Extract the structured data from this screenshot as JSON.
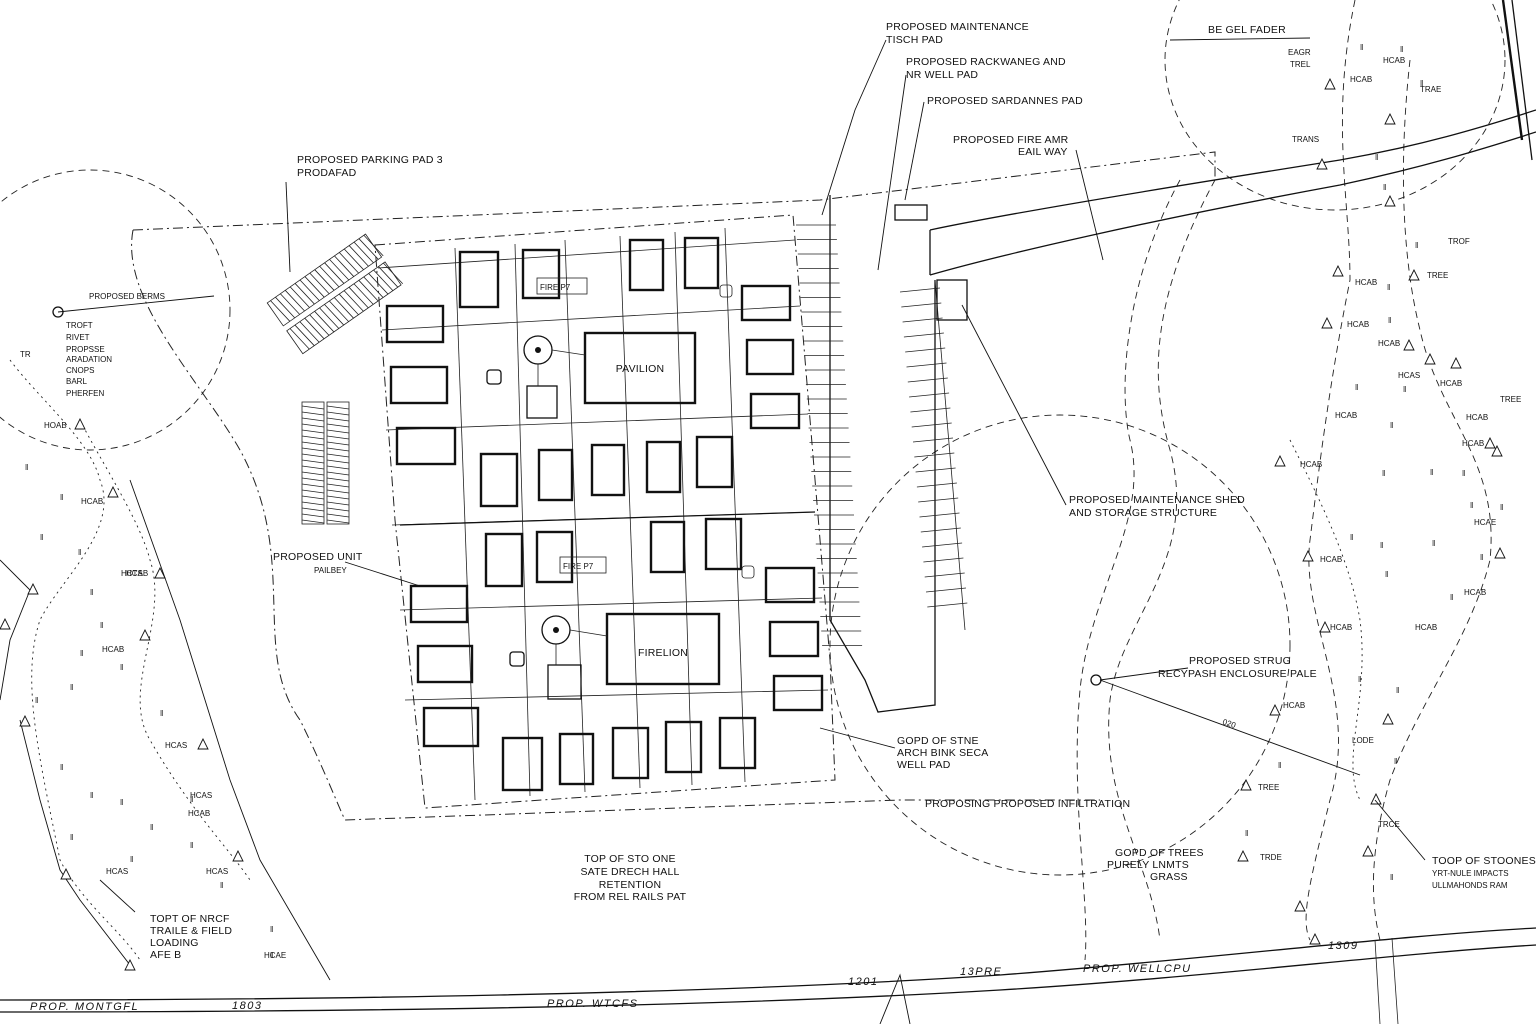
{
  "labels": {
    "maint_tisch": [
      "PROPOSED MAINTENANCE",
      "TISCH PAD"
    ],
    "racking_well": [
      "PROPOSED RACKWANEG AND",
      "NR WELL PAD"
    ],
    "sardanes": "PROPOSED SARDANNES PAD",
    "fire_lane": [
      "PROPOSED FIRE AMR",
      "EAIL WAY"
    ],
    "parking": [
      "PROPOSED PARKING PAD 3",
      "PRODAFAD"
    ],
    "berms": "PROPOSED BERMS",
    "tree_list": [
      "TROFT",
      "RIVET",
      "PROPSSE",
      "ARADATION",
      "CNOPS",
      "BARL",
      "PHERFEN"
    ],
    "unit": [
      "PROPOSED UNIT",
      "PAILBEY"
    ],
    "pavilion": "PAVILION",
    "firelion": "FIRELION",
    "fire_p7_top": "FIRE P7",
    "fire_p7_bot": "FIRE P7",
    "shed": [
      "PROPOSED MAINTENANCE SHED",
      "AND STORAGE STRUCTURE"
    ],
    "recycle": [
      "PROPOSED STRUG",
      "RECYPASH ENCLOSURE PALE"
    ],
    "gopd_stone": [
      "GOPD OF STNE",
      "ARCH BINK SECA",
      "WELL PAD"
    ],
    "infiltration": "PROPOSING PROPOSED INFILTRATION",
    "top_stone_wall": [
      "TOP OF STO ONE",
      "SATE DRECH HALL",
      "RETENTION",
      "FROM REL RAILS PAT"
    ],
    "top_field": [
      "TOPT OF NRCF",
      "TRAILE & FIELD",
      "LOADING",
      "AFE B"
    ],
    "gopd_trees": [
      "GOPD OF TREES",
      "PURELY LNMTS",
      "GRASS"
    ],
    "top_stones": [
      "TOOP OF STOONES",
      "YRT-NULE IMPACTS",
      "ULLMAHONDS RAM"
    ],
    "be_gel_fader": "BE GEL FADER",
    "eagr_trel": [
      "EAGR",
      "TREL"
    ],
    "trans": "TRANS",
    "lode": "LODE",
    "ozo": "020"
  },
  "roads": {
    "bottom_left": "PROP. MONTGFL",
    "bottom_left_num": "1803",
    "bottom_mid": "PROP. WTCFS",
    "bottom_mid2": "13PRE",
    "bottom_right": "PROP. WELLCPU",
    "bottom_right_num": "1309",
    "bottom_mid_num": "1201"
  },
  "tree_tags": {
    "left": [
      "TR",
      "HOAB",
      "HCAB",
      "HCTS",
      "HCAB",
      "HCAS",
      "HCAS",
      "HCAS",
      "HCAE",
      "HCAB",
      "HCAS",
      "HCAB"
    ],
    "right": [
      "TRAE",
      "HCAB",
      "HCAB",
      "HCAB",
      "HCAB",
      "HCAB",
      "HCAS",
      "HCAB",
      "HCAB",
      "HCAB",
      "HCAB",
      "HCAB",
      "HCAB",
      "HCAB",
      "HCAB",
      "HCAE",
      "HCAB",
      "HCAB",
      "TROF",
      "TREE",
      "TREE",
      "TREE",
      "TRDE",
      "TRCE"
    ]
  }
}
